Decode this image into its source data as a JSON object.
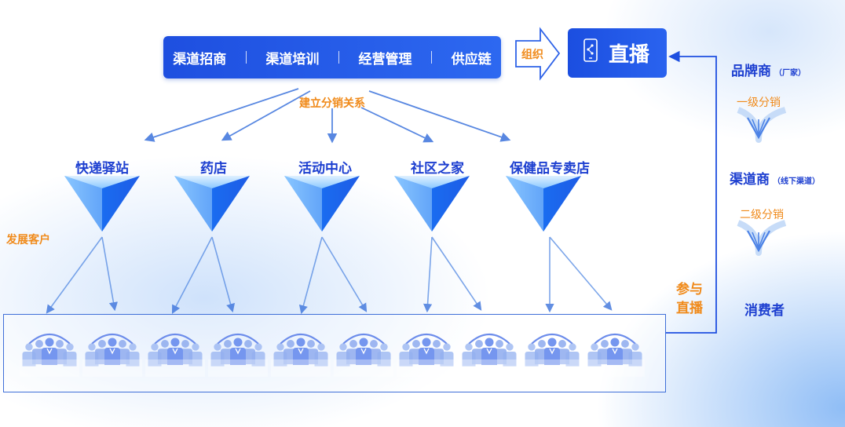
{
  "top_bar": {
    "items": [
      "渠道招商",
      "渠道培训",
      "经营管理",
      "供应链"
    ]
  },
  "organize_label": "组织",
  "live_box": {
    "label": "直播",
    "icon": "smartphone-share-icon"
  },
  "relation_label": "建立分销关系",
  "develop_label": "发展客户",
  "stores": [
    "快递驿站",
    "药店",
    "活动中心",
    "社区之家",
    "保健品专卖店"
  ],
  "participate_label": [
    "参与",
    "直播"
  ],
  "right_chain": {
    "brand": {
      "title": "品牌商",
      "note": "（厂家）"
    },
    "level1": "一级分销",
    "channel": {
      "title": "渠道商",
      "note": "（线下渠道）"
    },
    "level2": "二级分销",
    "consumer": "消费者"
  },
  "customer_groups_count": 10,
  "colors": {
    "primary": "#1e4fe0",
    "accent": "#f08a1a",
    "title_blue": "#1d3fd0"
  }
}
